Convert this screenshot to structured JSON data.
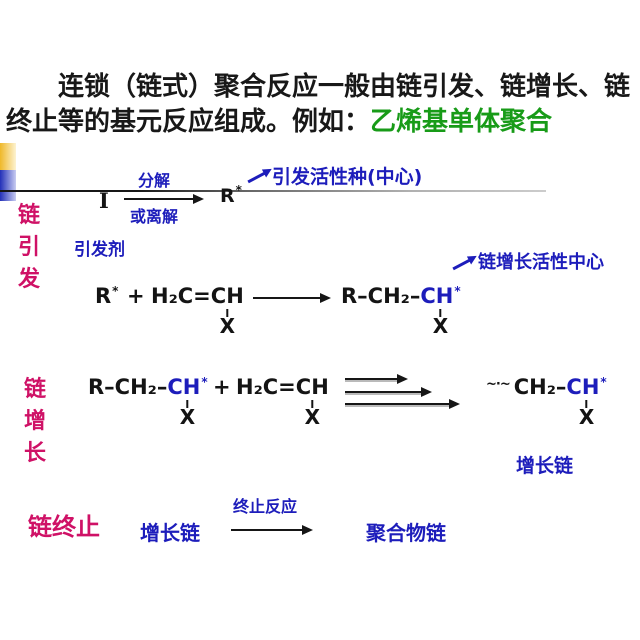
{
  "colors": {
    "stage_magenta": "#cf1166",
    "annotation_blue": "#1d1dbb",
    "highlight_green": "#189b18",
    "text_black": "#181818",
    "deco_gold": "#efb829",
    "deco_blue": "#2330b8"
  },
  "title": {
    "text_black": "连锁（链式）聚合反应一般由链引发、链增长、链终止等的基元反应组成。例如：",
    "text_green": "乙烯基单体聚合"
  },
  "initiation": {
    "stage_label_chars": [
      "链",
      "引",
      "发"
    ],
    "initiator_symbol": "I",
    "initiator_label": "引发剂",
    "arrow_top_label": "分解",
    "arrow_bottom_label": "或离解",
    "radical": "R",
    "radical_star": "*",
    "active_species_note": "引发活性种(中心)",
    "growth_center_note": "链增长活性中心",
    "reaction": {
      "radical": "R",
      "radical_star": "*",
      "plus": "+",
      "monomer_head": "H₂C=",
      "monomer_ch": "CH",
      "monomer_sub": "X",
      "product_head": "R–CH₂–",
      "product_ch": "CH",
      "product_star": "*",
      "product_sub": "X"
    }
  },
  "propagation": {
    "stage_label_chars": [
      "链",
      "增",
      "长"
    ],
    "reaction": {
      "chain_head": "R–CH₂–",
      "chain_ch": "CH",
      "chain_star": "*",
      "chain_sub": "X",
      "plus": "+",
      "monomer_head": "H₂C=",
      "monomer_ch": "CH",
      "monomer_sub": "X",
      "squiggle": "~·~",
      "product_head": "CH₂–",
      "product_ch": "CH",
      "product_star": "*",
      "product_sub": "X"
    },
    "product_label": "增长链"
  },
  "termination": {
    "stage_label": "链终止",
    "reactant_label": "增长链",
    "arrow_label": "终止反应",
    "product_label": "聚合物链"
  }
}
